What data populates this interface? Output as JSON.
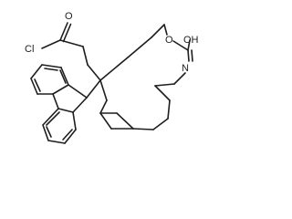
{
  "molecule": {
    "atoms": {
      "chlorine": "Cl",
      "carbonyl_oxygen": "O",
      "carbamate_oxygen": "O",
      "hydroxyl": "OH",
      "nitrogen": "N"
    }
  }
}
